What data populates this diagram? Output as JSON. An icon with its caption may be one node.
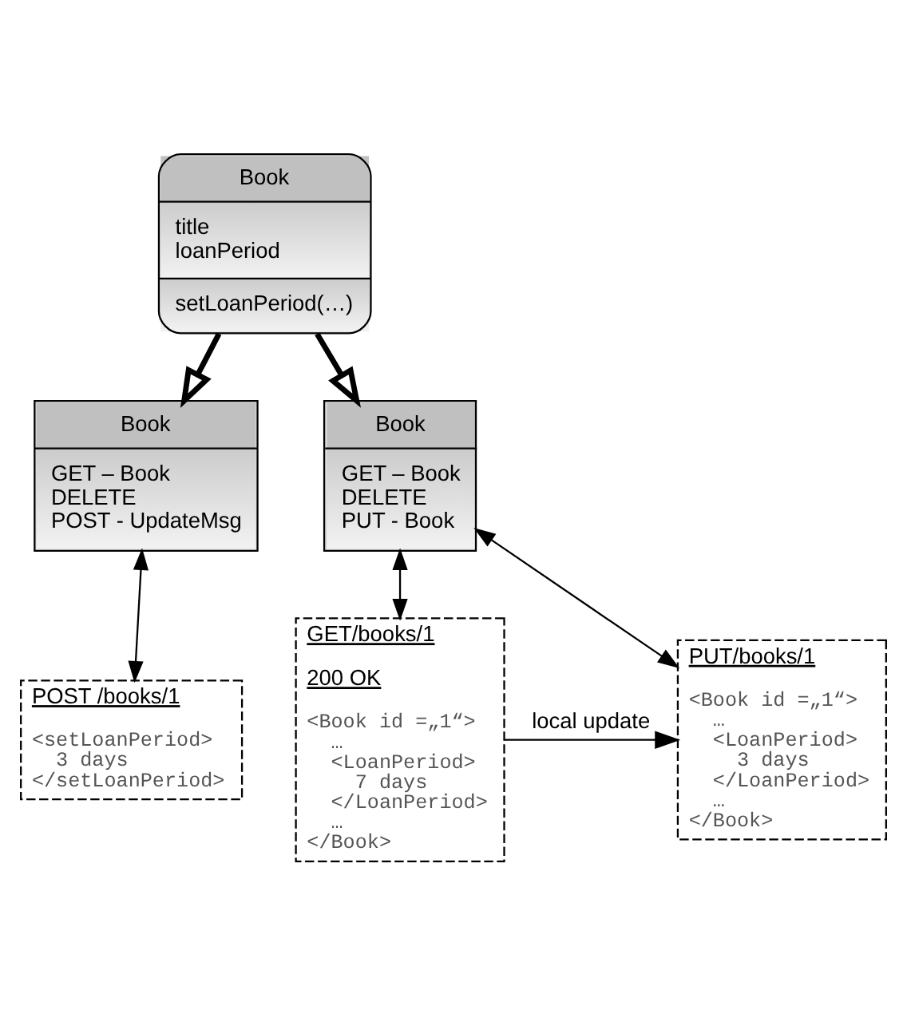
{
  "diagram": {
    "nodes": [
      {
        "text": [
          "Book",
          "title",
          "loanPeriod",
          "setLoanPeriod(…)"
        ]
      },
      {
        "text": [
          "Book",
          "GET – Book",
          "DELETE",
          "POST - UpdateMsg"
        ]
      },
      {
        "text": [
          "Book",
          "GET – Book",
          "DELETE",
          "PUT - Book"
        ]
      },
      {
        "text": [
          "POST /books/1",
          "<setLoanPeriod>",
          "3 days",
          "</setLoanPeriod>"
        ]
      },
      {
        "text": [
          "GET/books/1",
          "200 OK",
          "<Book id =„1“>",
          "…",
          "<LoanPeriod>",
          "7 days",
          "</LoanPeriod>",
          "…",
          "</Book>"
        ]
      },
      {
        "text": [
          "PUT/books/1",
          "<Book id =„1“>",
          "…",
          "<LoanPeriod>",
          "3 days",
          "</LoanPeriod>",
          "…",
          "</Book>"
        ]
      }
    ],
    "edges": [
      {
        "from": 0,
        "to": 1,
        "arrow": "to",
        "style": "thick"
      },
      {
        "from": 0,
        "to": 2,
        "arrow": "to",
        "style": "thick"
      },
      {
        "from": 1,
        "to": 3,
        "arrow": "both"
      },
      {
        "from": 2,
        "to": 4,
        "arrow": "both"
      },
      {
        "from": 2,
        "to": 5,
        "arrow": "both"
      },
      {
        "from": 4,
        "to": 5,
        "arrow": "to",
        "label": "local update"
      }
    ]
  }
}
